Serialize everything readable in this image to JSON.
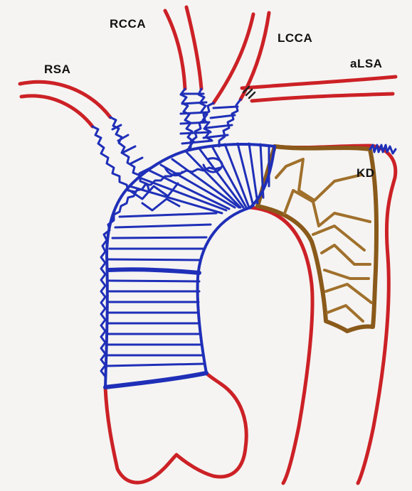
{
  "labels": {
    "rcca": "RCCA",
    "lcca": "LCCA",
    "alsa": "aLSA",
    "rsa": "RSA",
    "kd": "KD"
  },
  "colors": {
    "vessel_red": "#cc2126",
    "graft_blue": "#1f2fb8",
    "stent_brown": "#8a5a1a",
    "stent_fill": "#b78a4c",
    "paper": "#f5f4f2"
  }
}
